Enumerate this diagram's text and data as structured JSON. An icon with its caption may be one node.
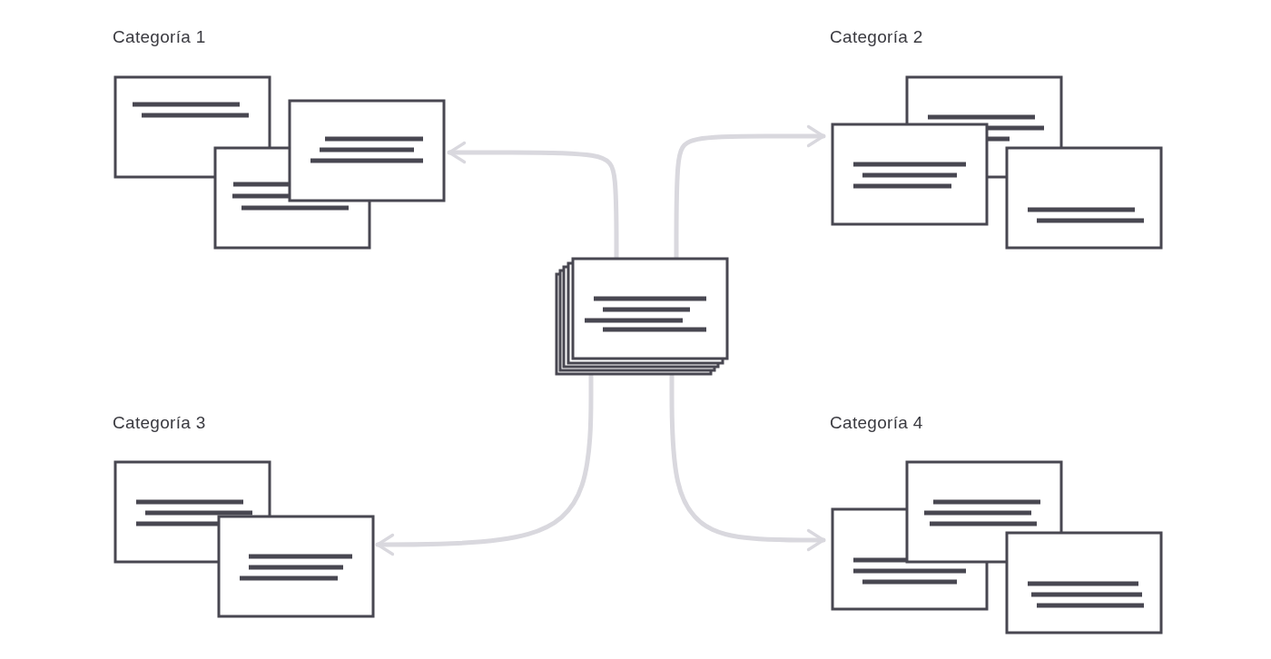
{
  "diagram": {
    "nodes": [
      {
        "text": [
          "Categoría 1"
        ]
      },
      {
        "text": [
          "Categoría 2"
        ]
      },
      {
        "text": [],
        "shape": "box"
      },
      {
        "text": [
          "Categoría 3"
        ]
      },
      {
        "text": [
          "Categoría 4"
        ]
      }
    ],
    "edges": [
      {
        "from": 2,
        "to": 0,
        "arrow": "to"
      },
      {
        "from": 2,
        "to": 1,
        "arrow": "to"
      },
      {
        "from": 2,
        "to": 3,
        "arrow": "to"
      },
      {
        "from": 2,
        "to": 4,
        "arrow": "to"
      }
    ]
  }
}
